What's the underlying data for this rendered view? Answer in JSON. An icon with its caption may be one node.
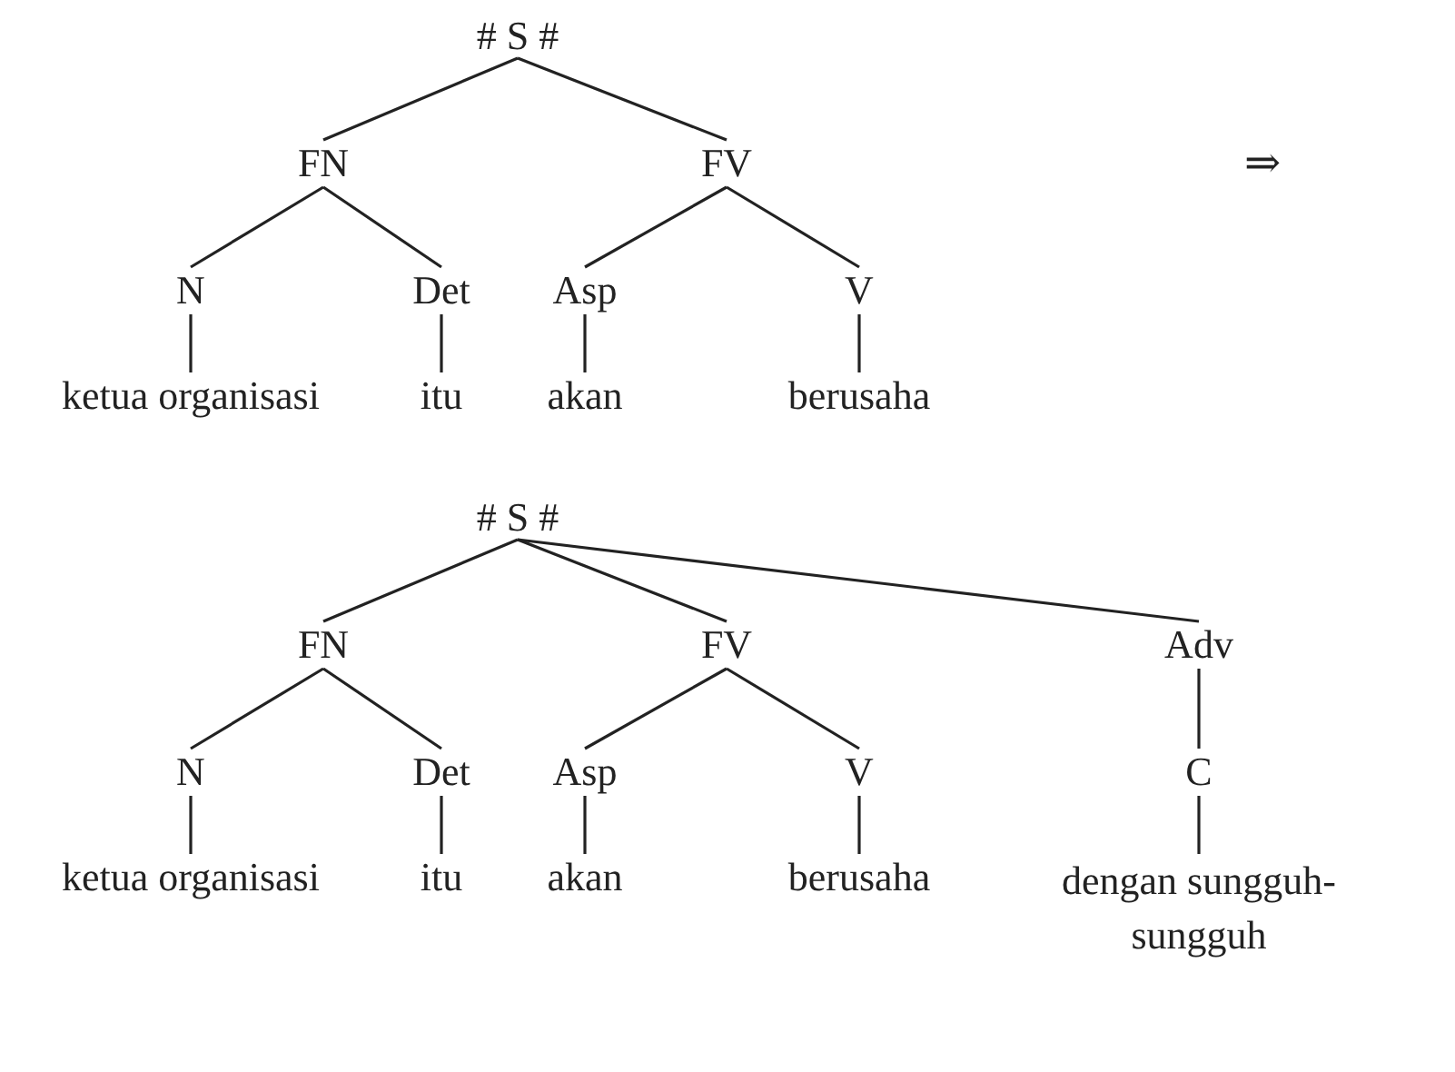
{
  "diagram": {
    "nodes": [
      {
        "text": [
          "# S #"
        ]
      },
      {
        "text": [
          "FN"
        ]
      },
      {
        "text": [
          "FV"
        ]
      },
      {
        "text": [
          "N"
        ]
      },
      {
        "text": [
          "Det"
        ]
      },
      {
        "text": [
          "Asp"
        ]
      },
      {
        "text": [
          "V"
        ]
      },
      {
        "text": [
          "ketua organisasi"
        ]
      },
      {
        "text": [
          "itu"
        ]
      },
      {
        "text": [
          "akan"
        ]
      },
      {
        "text": [
          "berusaha"
        ]
      },
      {
        "text": [
          "# S #"
        ]
      },
      {
        "text": [
          "FN"
        ]
      },
      {
        "text": [
          "FV"
        ]
      },
      {
        "text": [
          "Adv"
        ]
      },
      {
        "text": [
          "N"
        ]
      },
      {
        "text": [
          "Det"
        ]
      },
      {
        "text": [
          "Asp"
        ]
      },
      {
        "text": [
          "V"
        ]
      },
      {
        "text": [
          "C"
        ]
      },
      {
        "text": [
          "ketua organisasi"
        ]
      },
      {
        "text": [
          "itu"
        ]
      },
      {
        "text": [
          "akan"
        ]
      },
      {
        "text": [
          "berusaha"
        ]
      },
      {
        "text": [
          "dengan sungguh-sungguh"
        ]
      }
    ],
    "edges": [
      {
        "from": 0,
        "to": 1,
        "arrow": "none"
      },
      {
        "from": 0,
        "to": 2,
        "arrow": "none"
      },
      {
        "from": 1,
        "to": 3,
        "arrow": "none"
      },
      {
        "from": 1,
        "to": 4,
        "arrow": "none"
      },
      {
        "from": 2,
        "to": 5,
        "arrow": "none"
      },
      {
        "from": 2,
        "to": 6,
        "arrow": "none"
      },
      {
        "from": 3,
        "to": 7,
        "arrow": "none"
      },
      {
        "from": 4,
        "to": 8,
        "arrow": "none"
      },
      {
        "from": 5,
        "to": 9,
        "arrow": "none"
      },
      {
        "from": 6,
        "to": 10,
        "arrow": "none"
      },
      {
        "from": 11,
        "to": 12,
        "arrow": "none"
      },
      {
        "from": 11,
        "to": 13,
        "arrow": "none"
      },
      {
        "from": 11,
        "to": 14,
        "arrow": "none"
      },
      {
        "from": 12,
        "to": 15,
        "arrow": "none"
      },
      {
        "from": 12,
        "to": 16,
        "arrow": "none"
      },
      {
        "from": 13,
        "to": 17,
        "arrow": "none"
      },
      {
        "from": 13,
        "to": 18,
        "arrow": "none"
      },
      {
        "from": 14,
        "to": 19,
        "arrow": "none"
      },
      {
        "from": 15,
        "to": 20,
        "arrow": "none"
      },
      {
        "from": 16,
        "to": 21,
        "arrow": "none"
      },
      {
        "from": 17,
        "to": 22,
        "arrow": "none"
      },
      {
        "from": 18,
        "to": 23,
        "arrow": "none"
      },
      {
        "from": 19,
        "to": 24,
        "arrow": "none"
      }
    ],
    "labels": [
      "⇒"
    ]
  }
}
